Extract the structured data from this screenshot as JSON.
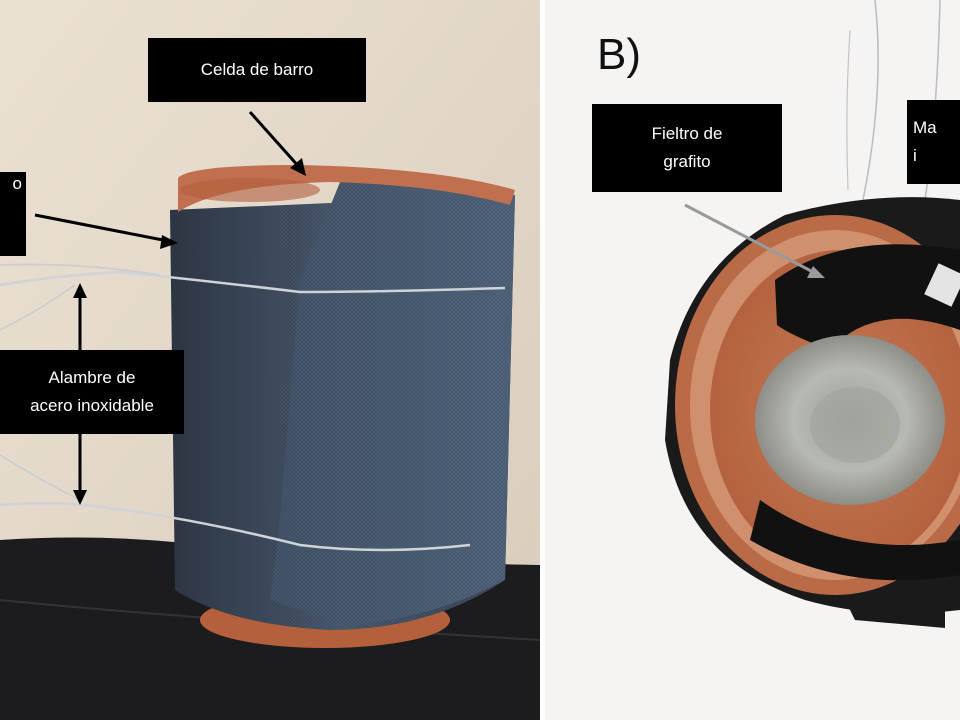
{
  "figure": {
    "panel_b_tag": "B)",
    "labels": {
      "clay_cell": "Celda de barro",
      "wire": "Alambre de\nacero inoxidable",
      "graphite_felt": "Fieltro de\ngrafito",
      "left_partial": "o",
      "right_partial": "Ma\ni"
    },
    "colors": {
      "clay": "#c0704e",
      "felt": "#3c4a5c",
      "graphite": "#1a1a1a",
      "wall": "#e6dccf",
      "label_bg": "#000000"
    }
  }
}
